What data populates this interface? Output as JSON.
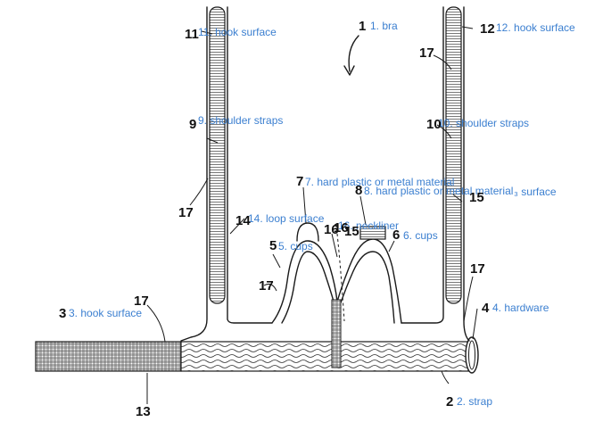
{
  "colors": {
    "line": "#1a1a1a",
    "annotation": "#3b7fd0",
    "number": "#111111",
    "hatch": "#555555"
  },
  "labels": [
    {
      "id": "bra",
      "num": "1",
      "text": "1. bra"
    },
    {
      "id": "strap",
      "num": "2",
      "text": "2. strap"
    },
    {
      "id": "hook-surface-3",
      "num": "3",
      "text": "3. hook surface"
    },
    {
      "id": "hardware",
      "num": "4",
      "text": "4. hardware"
    },
    {
      "id": "cups-5",
      "num": "5",
      "text": "5. cups"
    },
    {
      "id": "cups-6",
      "num": "6",
      "text": "6. cups"
    },
    {
      "id": "material-7",
      "num": "7",
      "text": "7. hard plastic or metal material"
    },
    {
      "id": "material-8",
      "num": "8",
      "text": "8. hard plastic or metal material"
    },
    {
      "id": "shoulder-straps-9",
      "num": "9",
      "text": "9. shoulder straps"
    },
    {
      "id": "shoulder-straps-10",
      "num": "10",
      "text": "10. shoulder straps"
    },
    {
      "id": "hook-surface-11",
      "num": "11",
      "text": "11. hook surface"
    },
    {
      "id": "hook-surface-12",
      "num": "12",
      "text": "12. hook surface"
    },
    {
      "id": "loop-surface",
      "num": "14",
      "text": "14. loop surface"
    },
    {
      "id": "neckliner",
      "num": "16",
      "text": "16. neckliner"
    }
  ],
  "extra_numbers": [
    "17",
    "17",
    "17",
    "17",
    "17",
    "13",
    "15",
    "15",
    "16"
  ],
  "extra_text": "₃ surface"
}
